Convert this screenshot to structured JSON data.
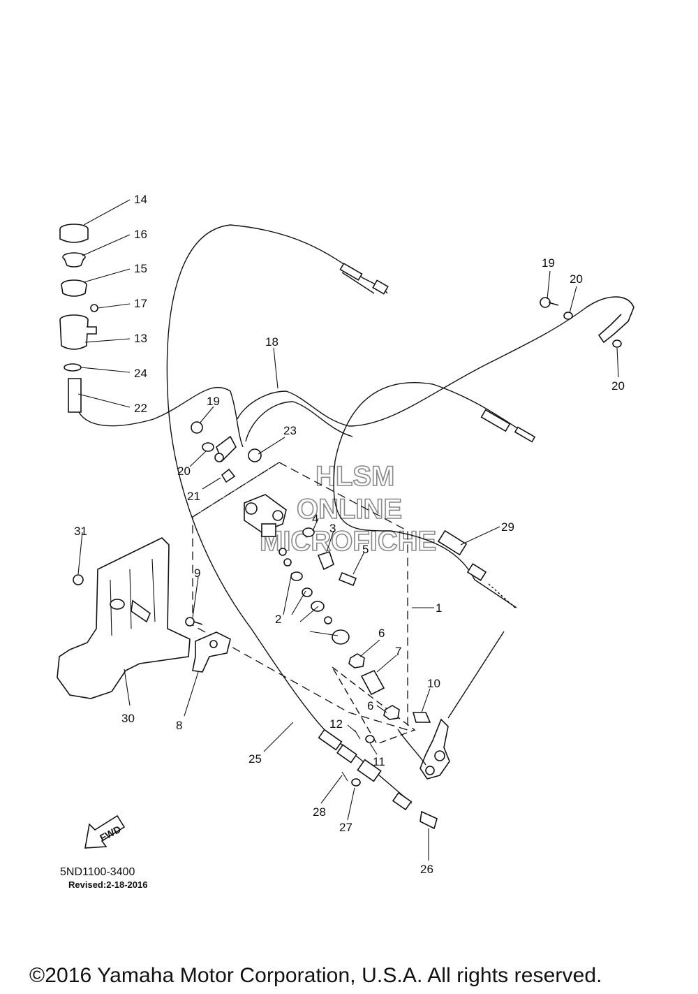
{
  "diagram": {
    "callouts": [
      "14",
      "16",
      "15",
      "17",
      "13",
      "24",
      "22",
      "18",
      "19",
      "20",
      "20",
      "19",
      "20",
      "23",
      "21",
      "4",
      "3",
      "5",
      "29",
      "31",
      "9",
      "1",
      "2",
      "6",
      "7",
      "10",
      "6",
      "30",
      "8",
      "12",
      "11",
      "25",
      "28",
      "27",
      "26"
    ],
    "watermark": [
      "HLSM",
      "ONLINE",
      "MICROFICHE"
    ],
    "fwd_label": "FWD",
    "part_code": "5ND1100-3400",
    "revised": "Revised:2-18-2016",
    "copyright": "©2016 Yamaha Motor Corporation, U.S.A. All rights reserved."
  }
}
